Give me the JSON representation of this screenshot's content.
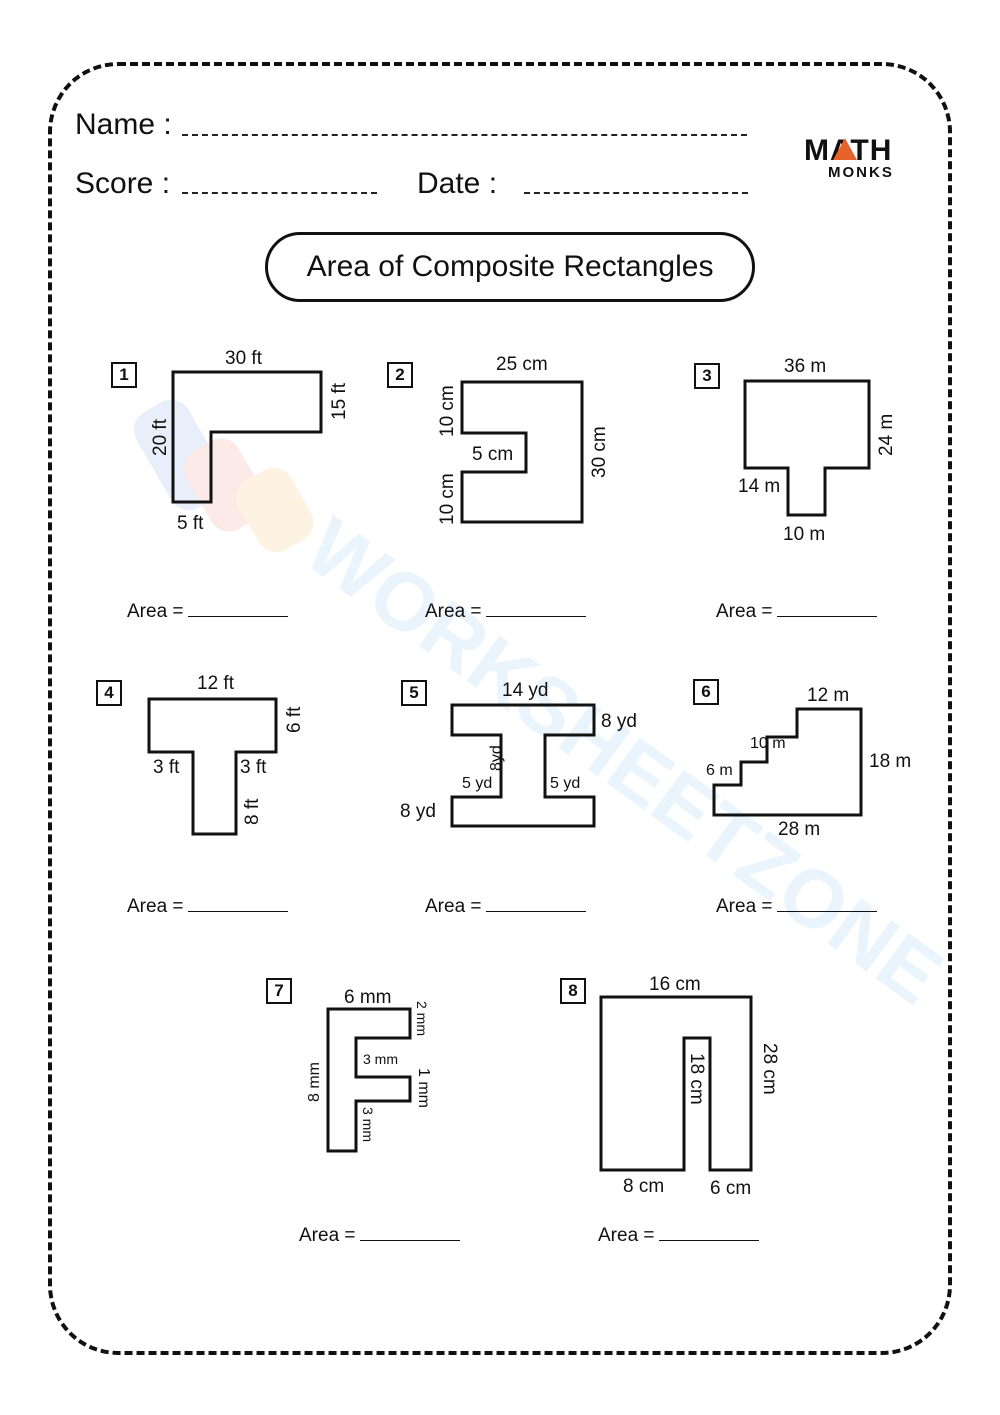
{
  "header": {
    "name_label": "Name :",
    "score_label": "Score :",
    "date_label": "Date :"
  },
  "logo": {
    "main": "MATH",
    "sub": "MONKS",
    "accent": "#e8622c"
  },
  "title": "Area of Composite Rectangles",
  "watermark": "WORKSHEETZONE",
  "area_label": "Area =",
  "problems": [
    {
      "n": "1",
      "labels": [
        "30 ft",
        "15 ft",
        "20 ft",
        "5 ft"
      ]
    },
    {
      "n": "2",
      "labels": [
        "25 cm",
        "10 cm",
        "5 cm",
        "10 cm",
        "30 cm"
      ]
    },
    {
      "n": "3",
      "labels": [
        "36 m",
        "24 m",
        "14 m",
        "10 m"
      ]
    },
    {
      "n": "4",
      "labels": [
        "12 ft",
        "6 ft",
        "3 ft",
        "3 ft",
        "8 ft"
      ]
    },
    {
      "n": "5",
      "labels": [
        "14 yd",
        "8 yd",
        "8yd",
        "5 yd",
        "5 yd",
        "8 yd"
      ]
    },
    {
      "n": "6",
      "labels": [
        "12 m",
        "10 m",
        "6 m",
        "18 m",
        "28 m"
      ]
    },
    {
      "n": "7",
      "labels": [
        "6 mm",
        "2 mm",
        "3 mm",
        "1 mm",
        "8 mm",
        "3 mm"
      ]
    },
    {
      "n": "8",
      "labels": [
        "16 cm",
        "28 cm",
        "18 cm",
        "8 cm",
        "6 cm"
      ]
    }
  ]
}
